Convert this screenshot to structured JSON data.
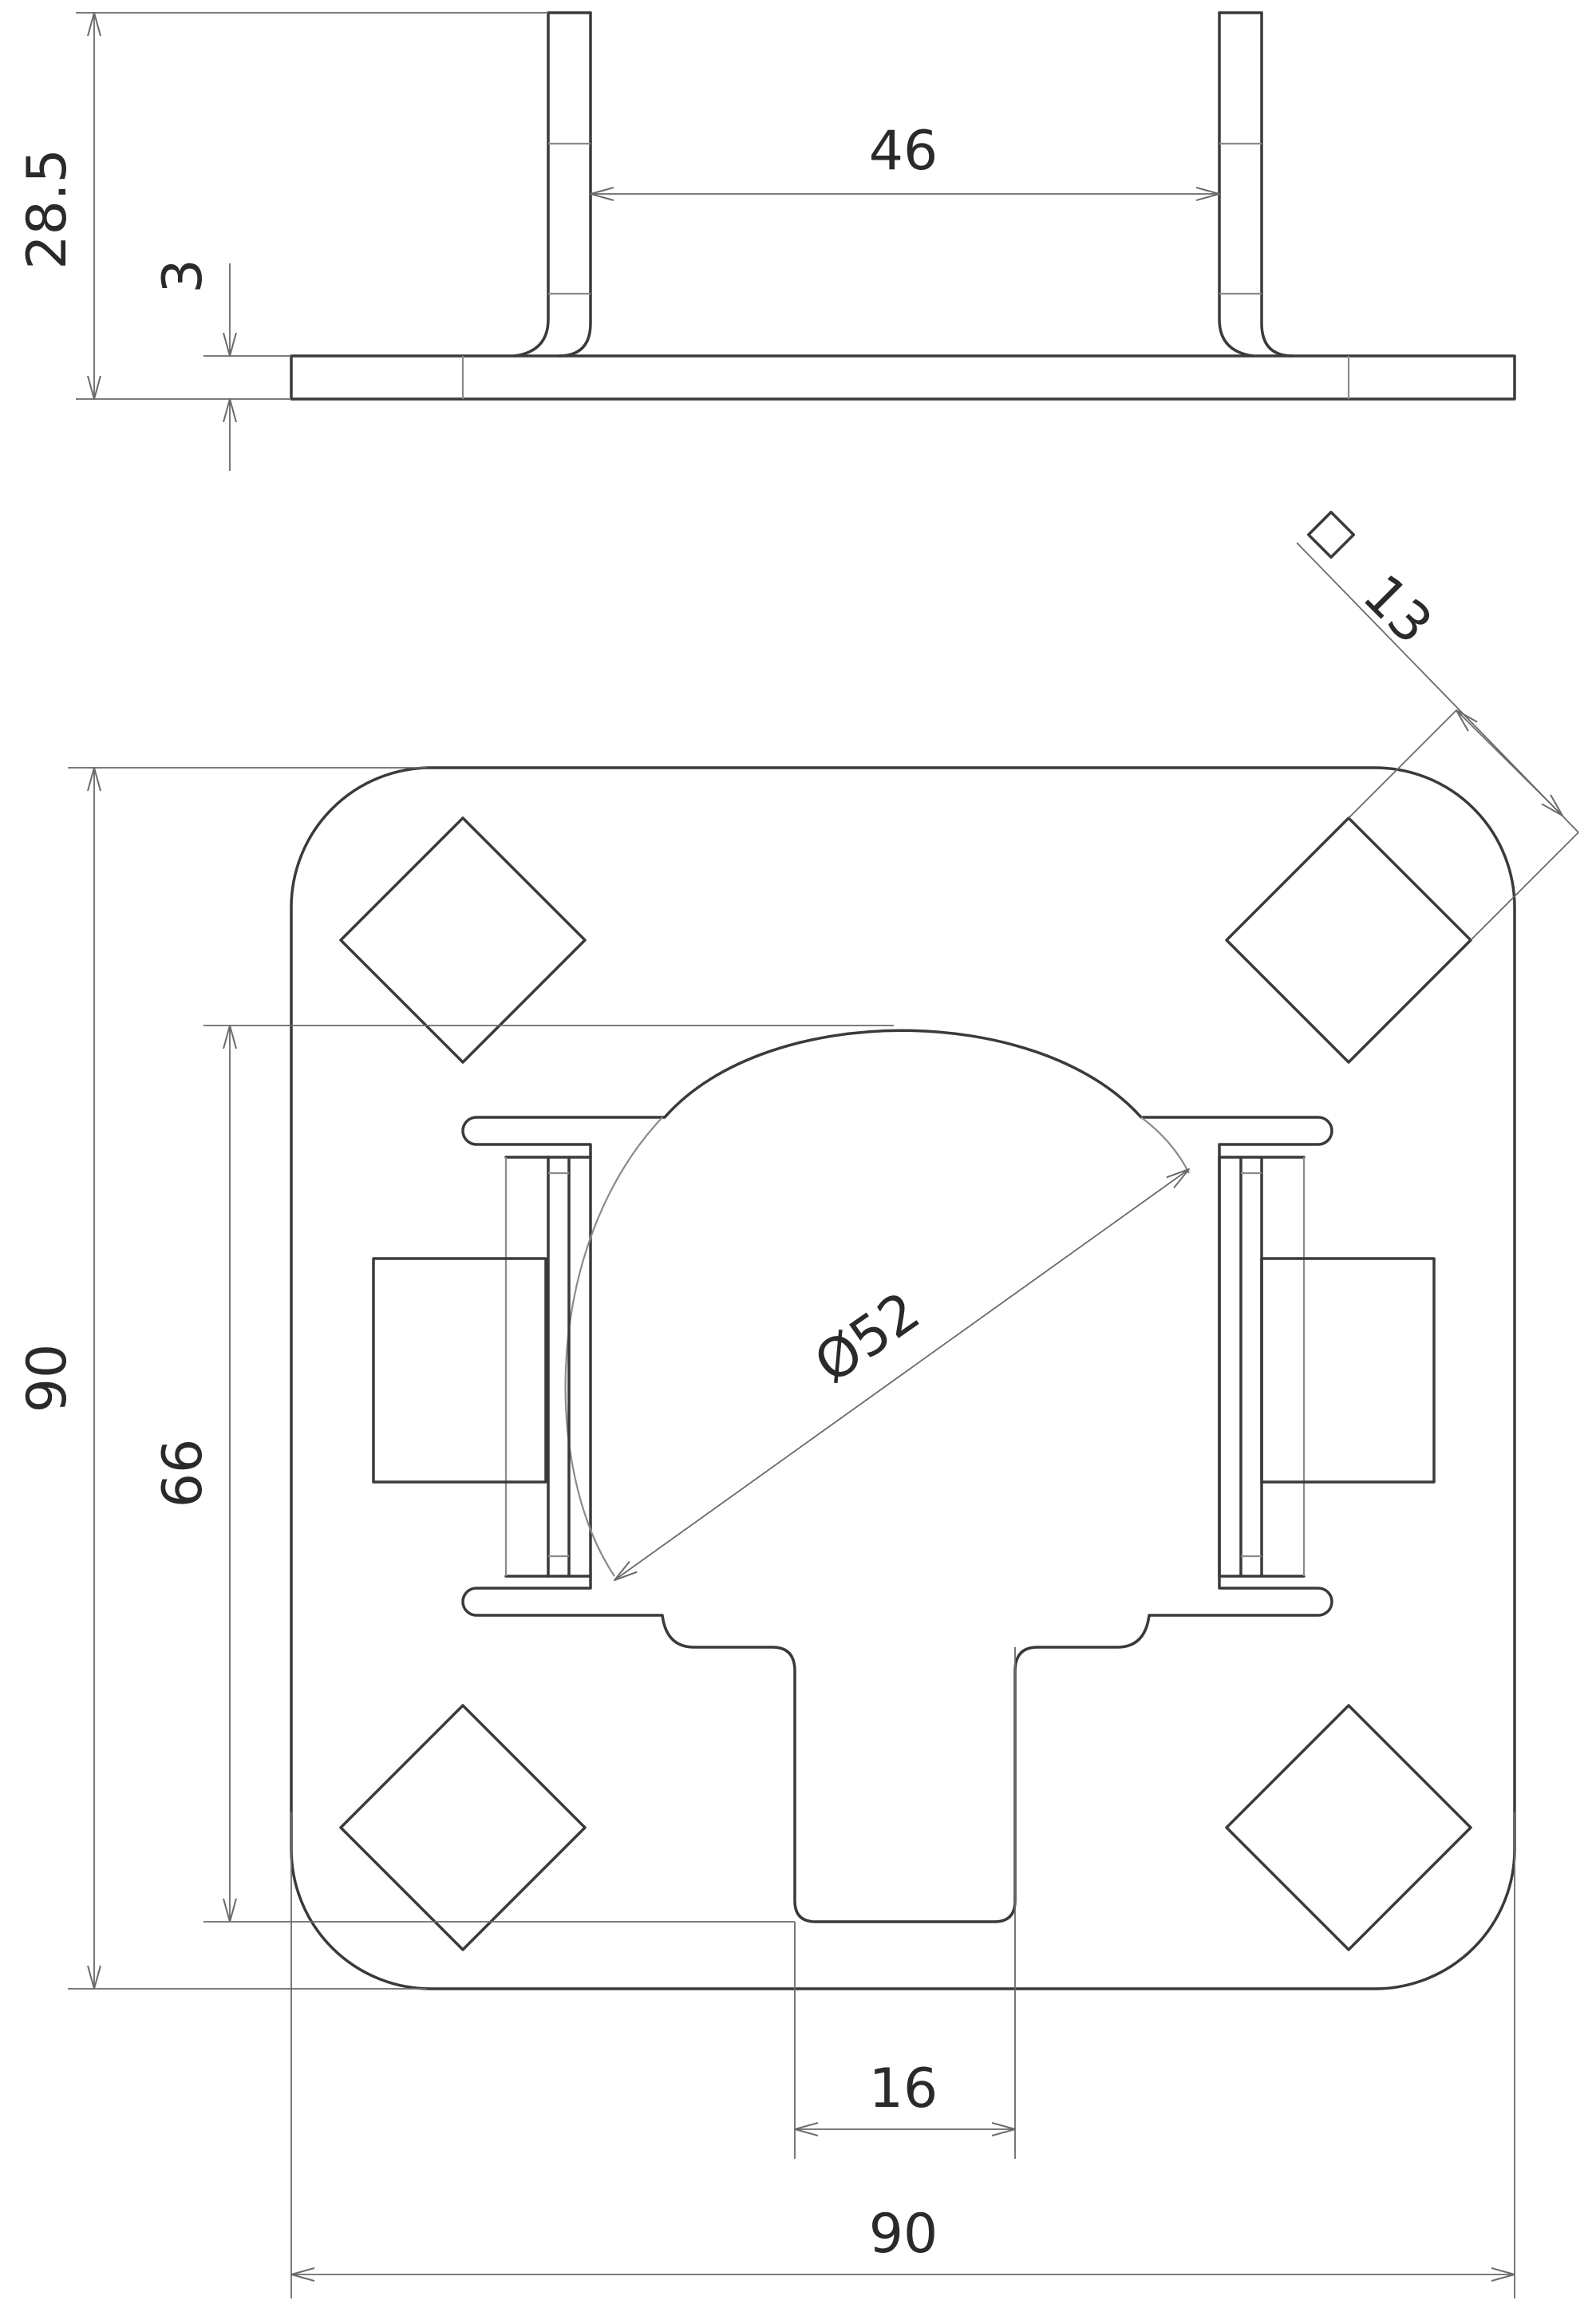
{
  "side_view": {
    "dim_flange_height": "28.5",
    "dim_thickness": "3",
    "dim_inner_spacing": "46"
  },
  "top_view": {
    "dim_overall_height": "90",
    "dim_inner_height": "66",
    "dim_hole_size": "13",
    "dim_diameter": "Ø52",
    "dim_slot_width": "16",
    "dim_overall_width": "90"
  }
}
